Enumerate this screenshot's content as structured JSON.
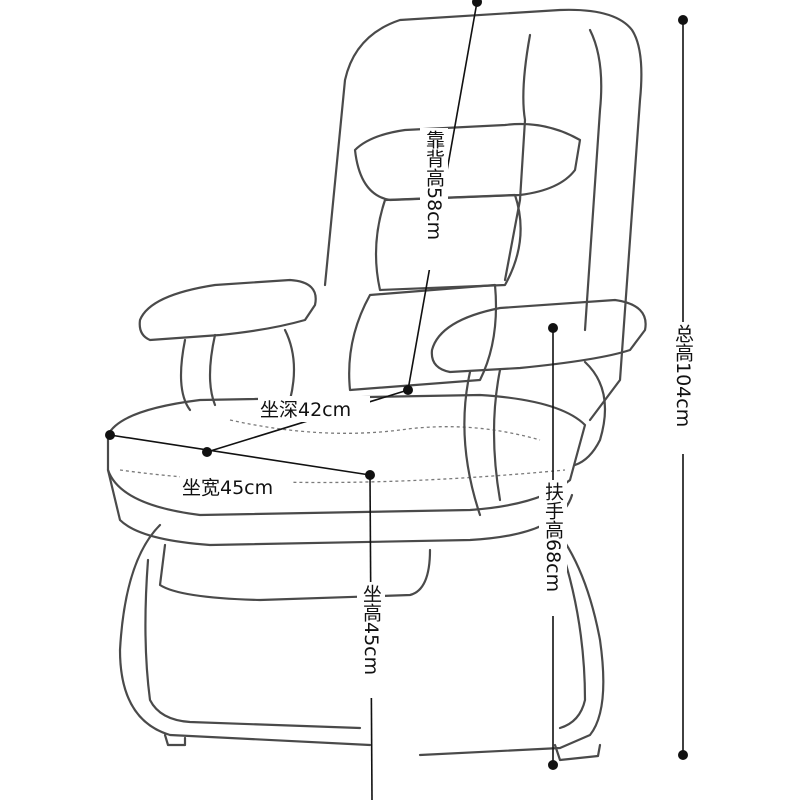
{
  "labels": {
    "back_height": "靠背高58cm",
    "seat_depth": "坐深42cm",
    "seat_width": "坐宽45cm",
    "seat_height": "坐高45cm",
    "arm_height": "扶手高68cm",
    "total_height": "总高104cm"
  }
}
